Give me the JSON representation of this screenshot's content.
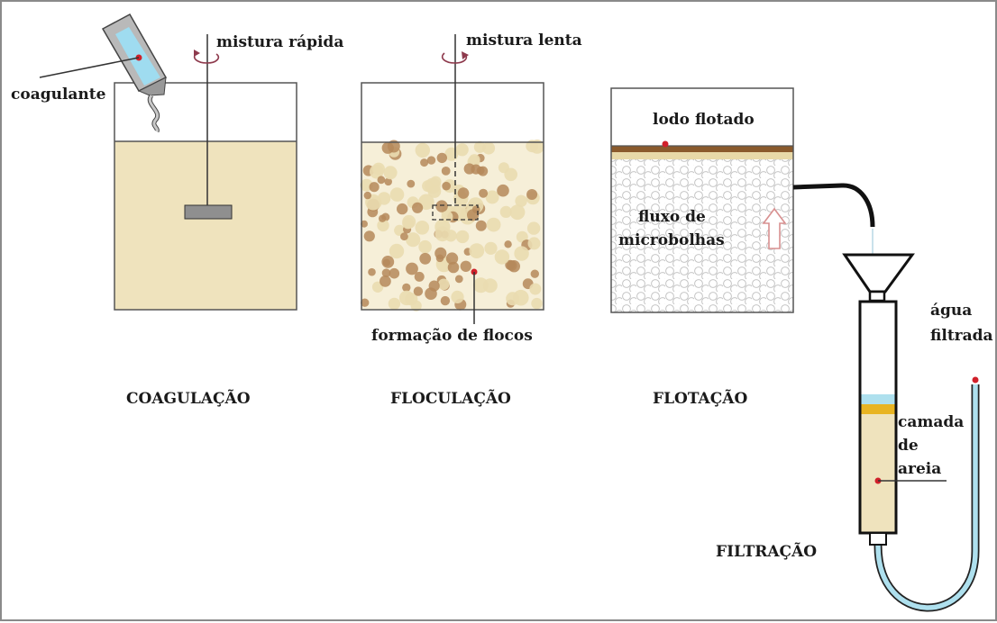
{
  "diagram": {
    "stages": [
      {
        "caption": "COAGULAÇÃO"
      },
      {
        "caption": "FLOCULAÇÃO"
      },
      {
        "caption": "FLOTAÇÃO"
      },
      {
        "caption": "FILTRAÇÃO"
      }
    ],
    "labels": {
      "coagulant": "coagulante",
      "rapid_mix": "mistura rápida",
      "slow_mix": "mistura lenta",
      "floc_formation": "formação de flocos",
      "floated_sludge": "lodo flotado",
      "microbubble_flow_1": "fluxo de",
      "microbubble_flow_2": "microbolhas",
      "filtered_water_1": "água",
      "filtered_water_2": "filtrada",
      "sand_layer_1": "camada",
      "sand_layer_2": "de",
      "sand_layer_3": "areia"
    },
    "colors": {
      "tank_outline": "#555555",
      "water": "#efe3bd",
      "floc": "#b5885a",
      "sludge": "#8a5a2c",
      "bubble": "#c8c8c8",
      "marker": "#d0202a",
      "sand": "#efe3bd",
      "gravel": "#e8b422",
      "water_top": "#aee0ee",
      "coagulant_liquid": "#9fdcf0",
      "arrow": "#d89090",
      "tube": "#aee0ee"
    }
  }
}
